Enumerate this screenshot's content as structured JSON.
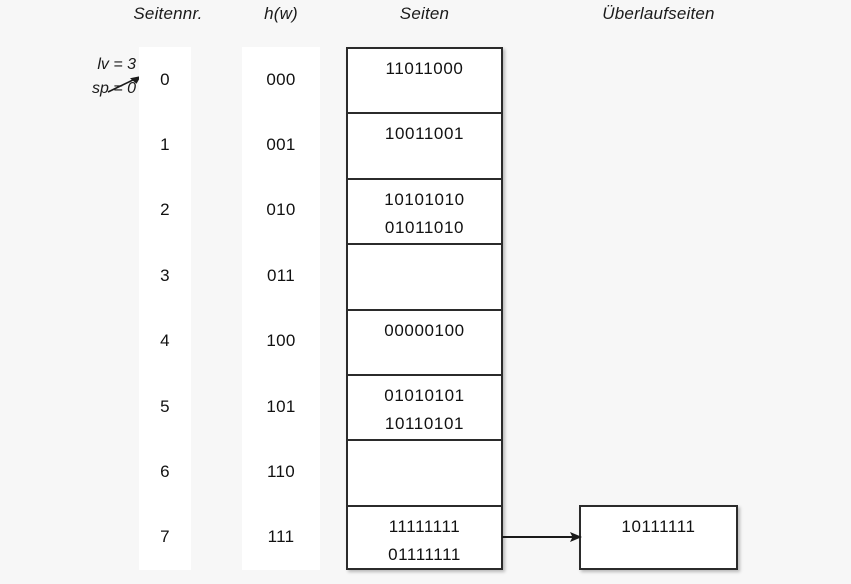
{
  "headers": {
    "page_number": "Seitennr.",
    "hash": "h(w)",
    "pages": "Seiten",
    "overflow_pages": "Überlaufseiten"
  },
  "params": {
    "lv": "lv = 3",
    "sp": "sp = 0",
    "arrow_icon": "arrow-right-icon"
  },
  "rows": [
    {
      "page_number": "0",
      "hash": "000",
      "entries": [
        "11011000"
      ]
    },
    {
      "page_number": "1",
      "hash": "001",
      "entries": [
        "10011001"
      ]
    },
    {
      "page_number": "2",
      "hash": "010",
      "entries": [
        "10101010",
        "01011010"
      ]
    },
    {
      "page_number": "3",
      "hash": "011",
      "entries": []
    },
    {
      "page_number": "4",
      "hash": "100",
      "entries": [
        "00000100"
      ]
    },
    {
      "page_number": "5",
      "hash": "101",
      "entries": [
        "01010101",
        "10110101"
      ]
    },
    {
      "page_number": "6",
      "hash": "110",
      "entries": []
    },
    {
      "page_number": "7",
      "hash": "111",
      "entries": [
        "11111111",
        "01111111"
      ]
    }
  ],
  "overflow": {
    "entries": [
      "10111111"
    ],
    "from_row_index": 7,
    "arrow_icon": "arrow-right-icon"
  },
  "colors": {
    "background": "#f7f7f7",
    "surface": "#ffffff",
    "stroke": "#2b2b2b",
    "text": "#111111"
  }
}
